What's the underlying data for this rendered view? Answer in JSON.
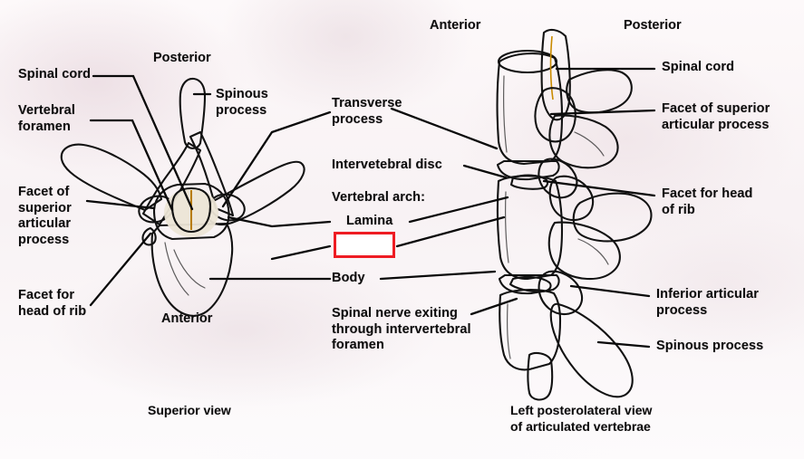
{
  "figure": {
    "title": "Thoracic vertebra anatomy",
    "background_color": "#fbf7f8",
    "bone_color": "#a89d88",
    "bone_light_color": "#c4bba6",
    "cartilage_color": "#cfd4cf",
    "spinal_cord_color": "#f2a900",
    "outline_color": "#111111",
    "redaction_border_color": "#ee1c23"
  },
  "orientation_labels": {
    "left_top": "Posterior",
    "left_bottom": "Anterior",
    "right_top_left": "Anterior",
    "right_top_right": "Posterior"
  },
  "captions": {
    "left": "Superior view",
    "right": "Left posterolateral view\nof articulated vertebrae"
  },
  "left_labels": [
    {
      "id": "spinal-cord",
      "text": "Spinal cord"
    },
    {
      "id": "vertebral-foramen",
      "text": "Vertebral\nforamen"
    },
    {
      "id": "facet-superior-process",
      "text": "Facet of\nsuperior\narticular\nprocess"
    },
    {
      "id": "facet-head-rib",
      "text": "Facet for\nhead of rib"
    }
  ],
  "center_labels": [
    {
      "id": "transverse-process",
      "text": "Transverse\nprocess"
    },
    {
      "id": "intervertebral-disc",
      "text": "Intervetebral disc"
    },
    {
      "id": "vertebral-arch",
      "text": "Vertebral arch:"
    },
    {
      "id": "lamina",
      "text": "Lamina"
    },
    {
      "id": "redacted",
      "text": ""
    },
    {
      "id": "body",
      "text": "Body"
    },
    {
      "id": "spinal-nerve",
      "text": "Spinal nerve exiting\nthrough intervertebral\nforamen"
    }
  ],
  "right_labels": [
    {
      "id": "spinal-cord-right",
      "text": "Spinal cord"
    },
    {
      "id": "facet-superior-right",
      "text": "Facet of superior\narticular process"
    },
    {
      "id": "facet-head-rib-right",
      "text": "Facet for head\nof rib"
    },
    {
      "id": "inferior-articular",
      "text": "Inferior articular\nprocess"
    },
    {
      "id": "spinous-process-right",
      "text": "Spinous process"
    }
  ],
  "top_right_labels": [
    {
      "id": "spinous-process-left",
      "text": "Spinous\nprocess"
    }
  ]
}
